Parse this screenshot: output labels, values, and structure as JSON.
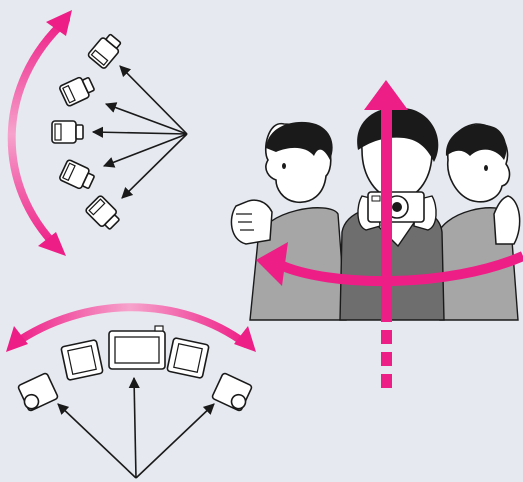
{
  "figure": {
    "background": "#e6eaf0",
    "accent_color": "#ee1e87",
    "line_color": "#1a1a1a",
    "shirt_gray": "#a6a6a6",
    "shirt_dark": "#6e6e6e",
    "icons": {
      "vertical_sweep": [
        "camera-icon",
        "camera-icon",
        "camera-icon",
        "camera-icon",
        "camera-icon"
      ],
      "horizontal_sweep": [
        "camera-icon",
        "camera-icon",
        "camera-icon",
        "camera-icon",
        "camera-icon"
      ],
      "people": [
        "person-profile-left",
        "person-front-with-camera",
        "person-profile-right"
      ]
    }
  }
}
